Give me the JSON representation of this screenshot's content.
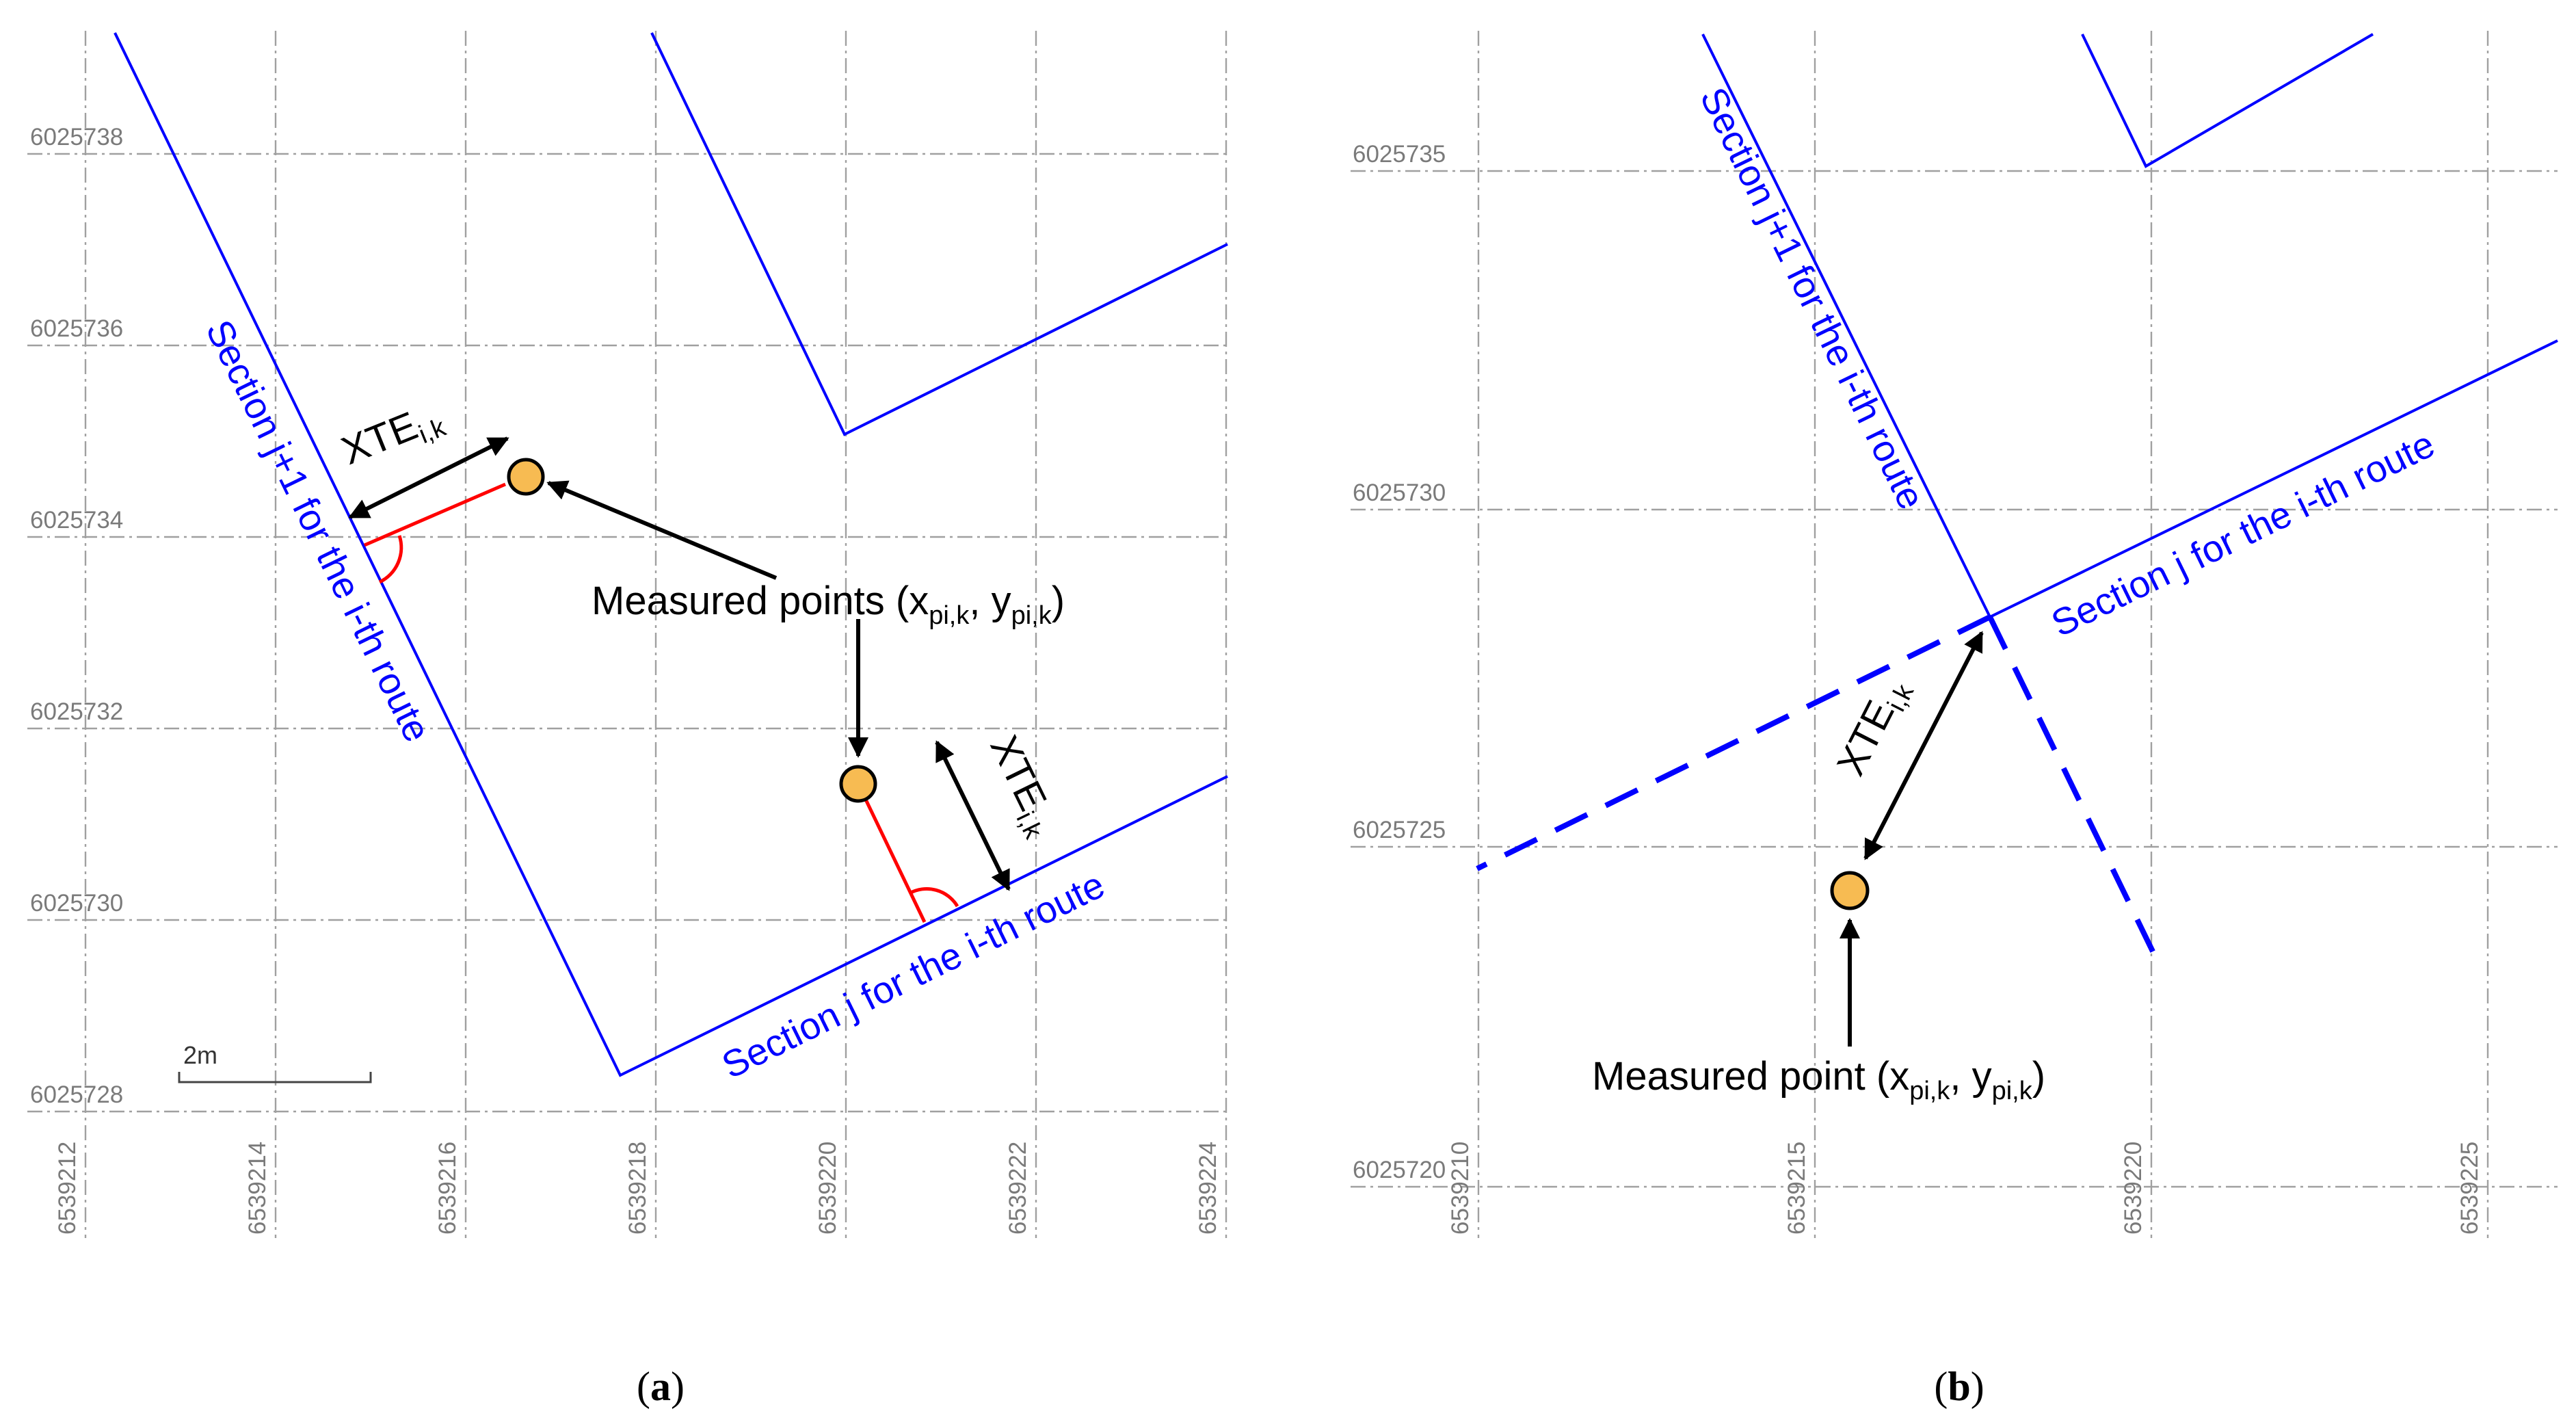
{
  "panel_a": {
    "y_ticks": [
      "6025738",
      "6025736",
      "6025734",
      "6025732",
      "6025730",
      "6025728"
    ],
    "x_ticks": [
      "6539212",
      "6539214",
      "6539216",
      "6539218",
      "6539220",
      "6539222",
      "6539224"
    ],
    "scale_bar_label": "2m",
    "route_label_j1": "Section j+1 for the i-th route",
    "route_label_j": "Section j for the i-th route",
    "xte_main": "XTE",
    "xte_sub": "i,k",
    "measured_label_prefix": "Measured points (x",
    "measured_sub_x": "pi,k",
    "measured_label_mid": ", y",
    "measured_sub_y": "pi,k",
    "measured_label_suffix": ")",
    "caption_open": "(",
    "caption_letter": "a",
    "caption_close": ")"
  },
  "panel_b": {
    "y_ticks": [
      "6025735",
      "6025730",
      "6025725",
      "6025720"
    ],
    "x_ticks": [
      "6539210",
      "6539215",
      "6539220",
      "6539225"
    ],
    "route_label_j1": "Section j+1 for the i-th route",
    "route_label_j": "Section j for the i-th route",
    "xte_main": "XTE",
    "xte_sub": "i,k",
    "measured_label_prefix": "Measured point (x",
    "measured_sub_x": "pi,k",
    "measured_label_mid": ", y",
    "measured_sub_y": "pi,k",
    "measured_label_suffix": ")",
    "caption_open": "(",
    "caption_letter": "b",
    "caption_close": ")"
  },
  "colors": {
    "route": "#0000ff",
    "perpendicular": "#ff0000",
    "point_fill": "#f7bb52",
    "grid": "#a0a0a0"
  }
}
